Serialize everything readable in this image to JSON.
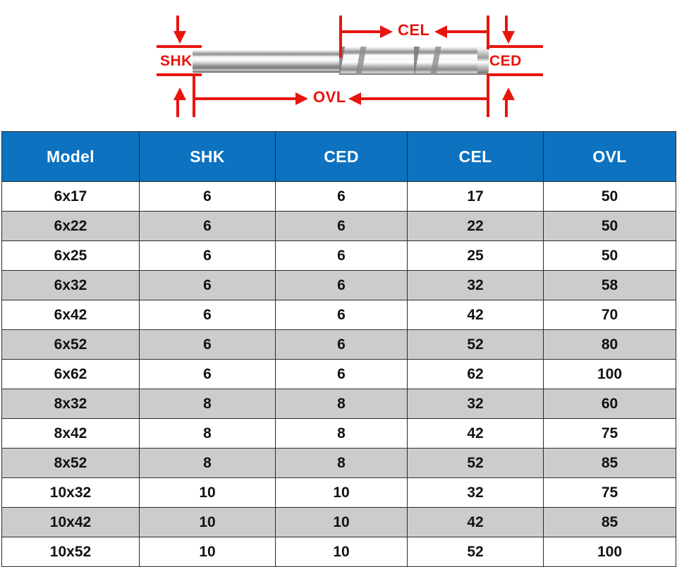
{
  "diagram": {
    "alt_name": "router-bit-dimension-diagram",
    "accent_color": "#e8150f",
    "labels": {
      "shk": "SHK",
      "ced": "CED",
      "cel": "CEL",
      "ovl": "OVL"
    }
  },
  "table": {
    "header_color": "#0d72c0",
    "stripe_color": "#cccccc",
    "columns": [
      "Model",
      "SHK",
      "CED",
      "CEL",
      "OVL"
    ],
    "rows": [
      [
        "6x17",
        "6",
        "6",
        "17",
        "50"
      ],
      [
        "6x22",
        "6",
        "6",
        "22",
        "50"
      ],
      [
        "6x25",
        "6",
        "6",
        "25",
        "50"
      ],
      [
        "6x32",
        "6",
        "6",
        "32",
        "58"
      ],
      [
        "6x42",
        "6",
        "6",
        "42",
        "70"
      ],
      [
        "6x52",
        "6",
        "6",
        "52",
        "80"
      ],
      [
        "6x62",
        "6",
        "6",
        "62",
        "100"
      ],
      [
        "8x32",
        "8",
        "8",
        "32",
        "60"
      ],
      [
        "8x42",
        "8",
        "8",
        "42",
        "75"
      ],
      [
        "8x52",
        "8",
        "8",
        "52",
        "85"
      ],
      [
        "10x32",
        "10",
        "10",
        "32",
        "75"
      ],
      [
        "10x42",
        "10",
        "10",
        "42",
        "85"
      ],
      [
        "10x52",
        "10",
        "10",
        "52",
        "100"
      ]
    ]
  },
  "chart_data": {
    "type": "table",
    "title": "Router Bit Dimension Specifications",
    "columns": [
      "Model",
      "SHK",
      "CED",
      "CEL",
      "OVL"
    ],
    "rows": [
      [
        "6x17",
        6,
        6,
        17,
        50
      ],
      [
        "6x22",
        6,
        6,
        22,
        50
      ],
      [
        "6x25",
        6,
        6,
        25,
        50
      ],
      [
        "6x32",
        6,
        6,
        32,
        58
      ],
      [
        "6x42",
        6,
        6,
        42,
        70
      ],
      [
        "6x52",
        6,
        6,
        52,
        80
      ],
      [
        "6x62",
        6,
        6,
        62,
        100
      ],
      [
        "8x32",
        8,
        8,
        32,
        60
      ],
      [
        "8x42",
        8,
        8,
        42,
        75
      ],
      [
        "8x52",
        8,
        8,
        52,
        85
      ],
      [
        "10x32",
        10,
        10,
        32,
        75
      ],
      [
        "10x42",
        10,
        10,
        42,
        85
      ],
      [
        "10x52",
        10,
        10,
        52,
        100
      ]
    ]
  }
}
